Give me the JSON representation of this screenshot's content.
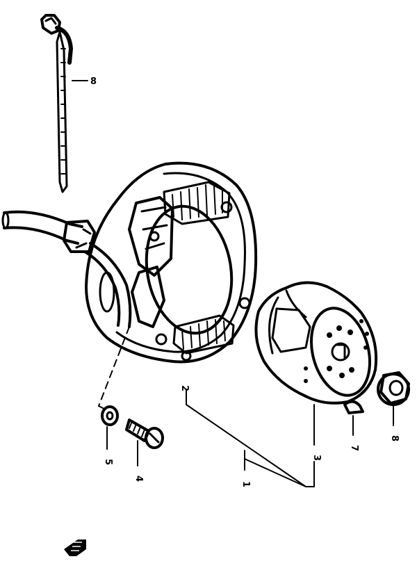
{
  "callouts": {
    "tie": "8",
    "assembly": "1",
    "stator": "2",
    "rotor": "3",
    "bolt": "4",
    "washer": "5",
    "key": "7",
    "nut": "8"
  },
  "colors": {
    "ink": "#000000",
    "paper": "#ffffff"
  },
  "icons": {
    "front_arrow": "front-arrow-icon"
  }
}
